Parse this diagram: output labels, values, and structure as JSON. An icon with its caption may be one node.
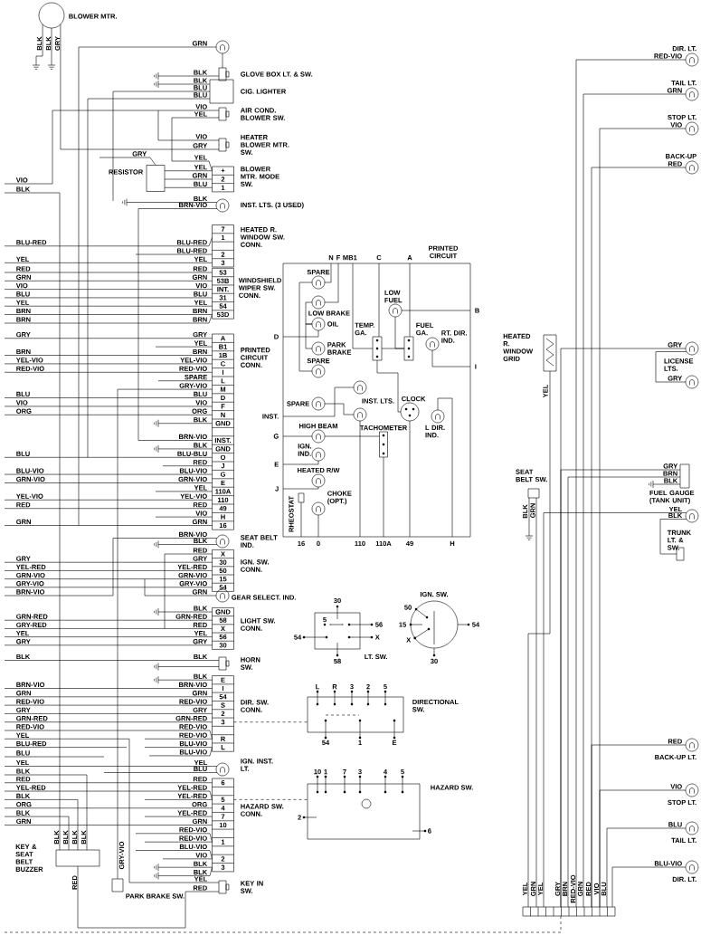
{
  "diagram": {
    "nodes": [
      {
        "text": [],
        "shape": "circle",
        "beside": [
          "BLOWER MTR."
        ]
      },
      {
        "text": [],
        "shape": "circle"
      },
      {
        "text": [],
        "shape": "box",
        "beside": [
          "GLOVE BOX LT. & SW."
        ]
      },
      {
        "text": [],
        "shape": "box",
        "beside": [
          "CIG. LIGHTER"
        ]
      },
      {
        "text": [],
        "shape": "box",
        "beside": [
          "AIR COND. BLOWER SW."
        ]
      },
      {
        "text": [],
        "shape": "box",
        "beside": [
          "HEATER BLOWER MTR. SW."
        ]
      },
      {
        "text": [],
        "shape": "box",
        "beside": [
          "RESISTOR"
        ]
      },
      {
        "text": [
          "+",
          "2",
          "1"
        ],
        "beside": [
          "BLOWER MTR. MODE SW."
        ]
      },
      {
        "text": [],
        "shape": "circle",
        "beside": [
          "INST. LTS. (3 USED)"
        ]
      },
      {
        "text": [
          "7",
          "1",
          "2",
          "3"
        ],
        "beside": [
          "HEATED R. WINDOW SW. CONN."
        ]
      },
      {
        "text": [
          "53",
          "53B",
          "INT.",
          "31",
          "54",
          "53D"
        ],
        "beside": [
          "WINDSHIELD WIPER SW. CONN."
        ]
      },
      {
        "text": [
          "A",
          "B1",
          "1B",
          "C",
          "I",
          "L",
          "M",
          "D",
          "F",
          "N",
          "GND",
          "INST.",
          "GND",
          "O",
          "J",
          "G",
          "E",
          "110A",
          "110",
          "49",
          "H",
          "16"
        ],
        "beside": [
          "PRINTED CIRCUIT CONN."
        ]
      },
      {
        "text": [],
        "shape": "circle",
        "beside": [
          "SEAT BELT IND."
        ]
      },
      {
        "text": [
          "X",
          "30",
          "50",
          "15",
          "54"
        ],
        "beside": [
          "IGN. SW. CONN."
        ]
      },
      {
        "text": [],
        "shape": "circle",
        "beside": [
          "GEAR SELECT. IND."
        ]
      },
      {
        "text": [
          "GND",
          "58",
          "X",
          "56",
          "30"
        ],
        "beside": [
          "LIGHT SW. CONN."
        ]
      },
      {
        "text": [],
        "shape": "box",
        "beside": [
          "HORN SW."
        ]
      },
      {
        "text": [
          "E",
          "I",
          "54",
          "S",
          "2",
          "3",
          "R",
          "L"
        ],
        "beside": [
          "DIR. SW. CONN."
        ]
      },
      {
        "text": [],
        "shape": "circle",
        "beside": [
          "IGN. INST. LT."
        ]
      },
      {
        "text": [
          "6",
          "5",
          "4",
          "7",
          "10",
          "1",
          "2",
          "3"
        ],
        "beside": [
          "HAZARD SW. CONN."
        ]
      },
      {
        "text": [],
        "shape": "box",
        "beside": [
          "KEY & SEAT BELT BUZZER"
        ]
      },
      {
        "text": [],
        "shape": "box",
        "beside": [
          "PARK BRAKE SW."
        ]
      },
      {
        "text": [],
        "shape": "box",
        "beside": [
          "KEY IN SW."
        ]
      },
      {
        "text": [
          "PRINTED CIRCUIT"
        ]
      },
      {
        "text": [],
        "shape": "circle",
        "in": 23,
        "beside": [
          "SPARE"
        ]
      },
      {
        "text": [],
        "shape": "circle",
        "in": 23,
        "beside": [
          "LOW BRAKE"
        ]
      },
      {
        "text": [],
        "shape": "circle",
        "in": 23,
        "beside": [
          "OIL"
        ]
      },
      {
        "text": [],
        "shape": "circle",
        "in": 23,
        "beside": [
          "PARK BRAKE"
        ]
      },
      {
        "text": [],
        "shape": "circle",
        "in": 23,
        "beside": [
          "SPARE"
        ]
      },
      {
        "text": [],
        "shape": "circle",
        "in": 23,
        "beside": [
          "SPARE"
        ]
      },
      {
        "text": [],
        "shape": "circle",
        "in": 23,
        "beside": [
          "INST. LTS."
        ]
      },
      {
        "text": [],
        "shape": "circle",
        "in": 23
      },
      {
        "text": [],
        "shape": "circle",
        "in": 23,
        "beside": [
          "HIGH BEAM"
        ]
      },
      {
        "text": [],
        "shape": "circle",
        "in": 23,
        "beside": [
          "IGN. IND."
        ]
      },
      {
        "text": [],
        "shape": "circle",
        "in": 23,
        "beside": [
          "HEATED R/W"
        ]
      },
      {
        "text": [],
        "shape": "circle",
        "in": 23,
        "beside": [
          "CHOKE (OPT.)"
        ]
      },
      {
        "text": [],
        "shape": "box",
        "in": 23,
        "beside": [
          "RHEOSTAT"
        ]
      },
      {
        "text": [],
        "shape": "circle",
        "in": 23,
        "beside": [
          "LOW FUEL"
        ]
      },
      {
        "text": [],
        "shape": "box",
        "in": 23,
        "beside": [
          "TEMP. GA."
        ]
      },
      {
        "text": [],
        "shape": "box",
        "in": 23,
        "beside": [
          "FUEL GA."
        ]
      },
      {
        "text": [],
        "shape": "circle",
        "in": 23,
        "beside": [
          "RT. DIR. IND."
        ]
      },
      {
        "text": [],
        "shape": "circle",
        "in": 23,
        "beside": [
          "CLOCK"
        ]
      },
      {
        "text": [],
        "shape": "box",
        "in": 23,
        "beside": [
          "TACHOMETER"
        ]
      },
      {
        "text": [],
        "shape": "circle",
        "in": 23,
        "beside": [
          "L DIR. IND."
        ]
      },
      {
        "text": [],
        "shape": "box",
        "beside": [
          "LT. SW."
        ]
      },
      {
        "text": [],
        "shape": "circle",
        "beside": [
          "IGN. SW."
        ]
      },
      {
        "text": [],
        "shape": "box",
        "beside": [
          "DIRECTIONAL SW."
        ]
      },
      {
        "text": [],
        "shape": "box",
        "beside": [
          "HAZARD SW."
        ]
      },
      {
        "text": [],
        "shape": "circle",
        "beside": [
          "DIR. LT."
        ]
      },
      {
        "text": [],
        "shape": "circle",
        "beside": [
          "TAIL LT."
        ]
      },
      {
        "text": [],
        "shape": "circle",
        "beside": [
          "STOP LT."
        ]
      },
      {
        "text": [],
        "shape": "circle",
        "beside": [
          "BACK-UP"
        ]
      },
      {
        "text": [],
        "shape": "box",
        "beside": [
          "HEATED R. WINDOW GRID"
        ]
      },
      {
        "text": [],
        "shape": "circle",
        "beside": [
          "LICENSE LTS."
        ]
      },
      {
        "text": [],
        "shape": "circle"
      },
      {
        "text": [],
        "shape": "box",
        "beside": [
          "SEAT BELT SW."
        ]
      },
      {
        "text": [],
        "shape": "box",
        "beside": [
          "FUEL GAUGE (TANK UNIT)"
        ]
      },
      {
        "text": [],
        "shape": "circle"
      },
      {
        "text": [],
        "shape": "box",
        "beside": [
          "TRUNK LT. & SW."
        ]
      },
      {
        "text": [],
        "shape": "circle",
        "beside": [
          "BACK-UP LT."
        ]
      },
      {
        "text": [],
        "shape": "circle",
        "beside": [
          "STOP LT."
        ]
      },
      {
        "text": [],
        "shape": "circle",
        "beside": [
          "TAIL LT."
        ]
      },
      {
        "text": [],
        "shape": "circle",
        "beside": [
          "DIR. LT."
        ]
      },
      {
        "text": [],
        "shape": "box"
      }
    ],
    "edges": [
      {
        "from": 0,
        "to": null,
        "arrow": "none"
      },
      {
        "from": 0,
        "to": null,
        "arrow": "none"
      },
      {
        "from": 0,
        "to": 5,
        "arrow": "none"
      },
      {
        "from": null,
        "to": 1,
        "arrow": "none"
      },
      {
        "from": 1,
        "to": 2,
        "arrow": "none"
      },
      {
        "from": null,
        "to": 2,
        "arrow": "none"
      },
      {
        "from": null,
        "to": 3,
        "arrow": "none"
      },
      {
        "from": null,
        "to": 3,
        "arrow": "none"
      },
      {
        "from": null,
        "to": 3,
        "arrow": "none"
      },
      {
        "from": null,
        "to": 4,
        "arrow": "none"
      },
      {
        "from": 4,
        "to": 7,
        "arrow": "none"
      },
      {
        "from": null,
        "to": 5,
        "arrow": "none"
      },
      {
        "from": 6,
        "to": 7,
        "arrow": "none"
      },
      {
        "from": 6,
        "to": 7,
        "arrow": "none"
      },
      {
        "from": 6,
        "to": 7,
        "arrow": "none"
      },
      {
        "from": null,
        "to": 6,
        "arrow": "none"
      },
      {
        "from": null,
        "to": 8,
        "arrow": "none"
      },
      {
        "from": null,
        "to": 8,
        "arrow": "none"
      },
      {
        "from": null,
        "to": 9,
        "arrow": "none"
      },
      {
        "from": null,
        "to": 9,
        "arrow": "none"
      },
      {
        "from": null,
        "to": 9,
        "arrow": "none"
      },
      {
        "from": null,
        "to": 10,
        "arrow": "none"
      },
      {
        "from": null,
        "to": 10,
        "arrow": "none"
      },
      {
        "from": null,
        "to": 10,
        "arrow": "none"
      },
      {
        "from": null,
        "to": 10,
        "arrow": "none"
      },
      {
        "from": null,
        "to": 10,
        "arrow": "none"
      },
      {
        "from": null,
        "to": 10,
        "arrow": "none"
      },
      {
        "from": null,
        "to": 10,
        "arrow": "none"
      },
      {
        "from": null,
        "to": 11,
        "arrow": "none"
      },
      {
        "from": null,
        "to": 11,
        "arrow": "none"
      },
      {
        "from": null,
        "to": 11,
        "arrow": "none"
      },
      {
        "from": null,
        "to": 11,
        "arrow": "none"
      },
      {
        "from": null,
        "to": 11,
        "arrow": "none"
      },
      {
        "from": null,
        "to": 11,
        "arrow": "none"
      },
      {
        "from": null,
        "to": 11,
        "arrow": "none"
      },
      {
        "from": null,
        "to": 11,
        "arrow": "none"
      },
      {
        "from": null,
        "to": 11,
        "arrow": "none"
      },
      {
        "from": null,
        "to": 11,
        "arrow": "none"
      },
      {
        "from": null,
        "to": 11,
        "arrow": "none"
      },
      {
        "from": null,
        "to": 11,
        "arrow": "none"
      },
      {
        "from": null,
        "to": 11,
        "arrow": "none"
      },
      {
        "from": null,
        "to": 11,
        "arrow": "none"
      },
      {
        "from": null,
        "to": 11,
        "arrow": "none"
      },
      {
        "from": null,
        "to": 11,
        "arrow": "none"
      },
      {
        "from": null,
        "to": 11,
        "arrow": "none"
      },
      {
        "from": null,
        "to": 11,
        "arrow": "none"
      },
      {
        "from": null,
        "to": 11,
        "arrow": "none"
      },
      {
        "from": null,
        "to": 11,
        "arrow": "none"
      },
      {
        "from": null,
        "to": 11,
        "arrow": "none"
      },
      {
        "from": null,
        "to": 11,
        "arrow": "none"
      },
      {
        "from": null,
        "to": 12,
        "arrow": "none"
      },
      {
        "from": null,
        "to": 12,
        "arrow": "none"
      },
      {
        "from": null,
        "to": 13,
        "arrow": "none"
      },
      {
        "from": null,
        "to": 13,
        "arrow": "none"
      },
      {
        "from": null,
        "to": 13,
        "arrow": "none"
      },
      {
        "from": null,
        "to": 13,
        "arrow": "none"
      },
      {
        "from": null,
        "to": 13,
        "arrow": "none"
      },
      {
        "from": null,
        "to": 14,
        "arrow": "none"
      },
      {
        "from": null,
        "to": 15,
        "arrow": "none"
      },
      {
        "from": null,
        "to": 15,
        "arrow": "none"
      },
      {
        "from": null,
        "to": 15,
        "arrow": "none"
      },
      {
        "from": null,
        "to": 15,
        "arrow": "none"
      },
      {
        "from": null,
        "to": 15,
        "arrow": "none"
      },
      {
        "from": null,
        "to": 16,
        "arrow": "none"
      },
      {
        "from": null,
        "to": 16,
        "arrow": "none"
      },
      {
        "from": null,
        "to": 17,
        "arrow": "none"
      },
      {
        "from": null,
        "to": 17,
        "arrow": "none"
      },
      {
        "from": null,
        "to": 17,
        "arrow": "none"
      },
      {
        "from": null,
        "to": 17,
        "arrow": "none"
      },
      {
        "from": null,
        "to": 17,
        "arrow": "none"
      },
      {
        "from": null,
        "to": 17,
        "arrow": "none"
      },
      {
        "from": null,
        "to": 17,
        "arrow": "none"
      },
      {
        "from": null,
        "to": 17,
        "arrow": "none"
      },
      {
        "from": null,
        "to": 17,
        "arrow": "none"
      },
      {
        "from": null,
        "to": 17,
        "arrow": "none"
      },
      {
        "from": null,
        "to": 22,
        "arrow": "none"
      },
      {
        "from": null,
        "to": 18,
        "arrow": "none"
      },
      {
        "from": null,
        "to": 18,
        "arrow": "none"
      },
      {
        "from": null,
        "to": 19,
        "arrow": "none"
      },
      {
        "from": null,
        "to": 19,
        "arrow": "none"
      },
      {
        "from": null,
        "to": 19,
        "arrow": "none"
      },
      {
        "from": null,
        "to": 19,
        "arrow": "none"
      },
      {
        "from": null,
        "to": 19,
        "arrow": "none"
      },
      {
        "from": null,
        "to": 19,
        "arrow": "none"
      },
      {
        "from": null,
        "to": 19,
        "arrow": "none"
      },
      {
        "from": null,
        "to": 19,
        "arrow": "none"
      },
      {
        "from": null,
        "to": 19,
        "arrow": "none"
      },
      {
        "from": null,
        "to": 19,
        "arrow": "none"
      },
      {
        "from": null,
        "to": 19,
        "arrow": "none"
      },
      {
        "from": null,
        "to": 19,
        "arrow": "none"
      },
      {
        "from": null,
        "to": 20,
        "arrow": "none"
      },
      {
        "from": null,
        "to": 20,
        "arrow": "none"
      },
      {
        "from": null,
        "to": 20,
        "arrow": "none"
      },
      {
        "from": null,
        "to": 20,
        "arrow": "none"
      },
      {
        "from": 20,
        "to": 22,
        "arrow": "none"
      },
      {
        "from": null,
        "to": 21,
        "arrow": "none"
      },
      {
        "from": 17,
        "to": 46,
        "arrow": "none",
        "style": "dashed"
      },
      {
        "from": 19,
        "to": 47,
        "arrow": "none",
        "style": "dashed"
      },
      {
        "from": null,
        "to": 63,
        "arrow": "none",
        "style": "dashed"
      },
      {
        "from": 23,
        "to": 24,
        "arrow": "none"
      },
      {
        "from": 23,
        "to": 25,
        "arrow": "none"
      },
      {
        "from": 25,
        "to": 26,
        "arrow": "none"
      },
      {
        "from": 26,
        "to": 27,
        "arrow": "none"
      },
      {
        "from": 23,
        "to": 26,
        "arrow": "none"
      },
      {
        "from": 23,
        "to": 38,
        "arrow": "none"
      },
      {
        "from": 37,
        "to": 39,
        "arrow": "none"
      },
      {
        "from": 23,
        "to": 39,
        "arrow": "none"
      },
      {
        "from": 23,
        "to": 38,
        "arrow": "none"
      },
      {
        "from": 38,
        "to": 39,
        "arrow": "none"
      },
      {
        "from": 40,
        "to": 23,
        "arrow": "none"
      },
      {
        "from": 37,
        "to": 23,
        "arrow": "none"
      },
      {
        "from": 38,
        "to": 41,
        "arrow": "none"
      },
      {
        "from": 24,
        "to": 28,
        "arrow": "none"
      },
      {
        "from": 29,
        "to": 31,
        "arrow": "none"
      },
      {
        "from": 23,
        "to": 30,
        "arrow": "none"
      },
      {
        "from": 23,
        "to": 32,
        "arrow": "none"
      },
      {
        "from": 32,
        "to": 42,
        "arrow": "none"
      },
      {
        "from": 23,
        "to": 33,
        "arrow": "none"
      },
      {
        "from": 23,
        "to": 34,
        "arrow": "none"
      },
      {
        "from": 35,
        "to": 23,
        "arrow": "none"
      },
      {
        "from": 36,
        "to": 23,
        "arrow": "none"
      },
      {
        "from": 41,
        "to": 23,
        "arrow": "none"
      },
      {
        "from": 42,
        "to": 23,
        "arrow": "none"
      },
      {
        "from": 43,
        "to": 23,
        "arrow": "none"
      },
      {
        "from": 31,
        "to": 23,
        "arrow": "none"
      },
      {
        "from": 63,
        "to": 48,
        "arrow": "none"
      },
      {
        "from": 63,
        "to": 49,
        "arrow": "none"
      },
      {
        "from": 63,
        "to": 50,
        "arrow": "none"
      },
      {
        "from": 63,
        "to": 51,
        "arrow": "none"
      },
      {
        "from": 63,
        "to": 52,
        "arrow": "none"
      },
      {
        "from": 63,
        "to": 53,
        "arrow": "none"
      },
      {
        "from": 53,
        "to": 54,
        "arrow": "none"
      },
      {
        "from": 63,
        "to": 55,
        "arrow": "none"
      },
      {
        "from": 55,
        "to": null,
        "arrow": "none"
      },
      {
        "from": 63,
        "to": 56,
        "arrow": "none"
      },
      {
        "from": 63,
        "to": 56,
        "arrow": "none"
      },
      {
        "from": 56,
        "to": null,
        "arrow": "none"
      },
      {
        "from": 63,
        "to": 57,
        "arrow": "none"
      },
      {
        "from": 57,
        "to": 58,
        "arrow": "none"
      },
      {
        "from": 63,
        "to": 59,
        "arrow": "none"
      },
      {
        "from": 63,
        "to": 60,
        "arrow": "none"
      },
      {
        "from": 63,
        "to": 61,
        "arrow": "none"
      },
      {
        "from": 63,
        "to": 62,
        "arrow": "none"
      }
    ],
    "labels": [
      "BLK",
      "BLK",
      "GRY",
      "GRN",
      "BLK",
      "BLK",
      "BLU",
      "BLU",
      "VIO",
      "YEL",
      "VIO",
      "GRY",
      "GRY",
      "YEL",
      "YEL",
      "GRN",
      "BLU",
      "VIO",
      "BLK",
      "BLK",
      "BRN-VIO",
      "BLU-RED",
      "BLU-RED",
      "BLU-RED",
      "YEL",
      "YEL",
      "RED",
      "RED",
      "GRN",
      "GRN",
      "VIO",
      "VIO",
      "BLU",
      "BLU",
      "YEL",
      "YEL",
      "BRN",
      "BRN",
      "BRN",
      "BRN",
      "GRY",
      "GRY",
      "YEL",
      "BRN",
      "BRN",
      "YEL-VIO",
      "YEL-VIO",
      "RED-VIO",
      "RED-VIO",
      "SPARE",
      "GRY-VIO",
      "BLU",
      "BLU",
      "VIO",
      "VIO",
      "ORG",
      "ORG",
      "BLK",
      "BRN-VIO",
      "BLK",
      "BLU",
      "BLU-BLU",
      "RED",
      "BLU-VIO",
      "BLU-VIO",
      "GRN-VIO",
      "GRN-VIO",
      "YEL",
      "YEL-VIO",
      "YEL-VIO",
      "RED",
      "RED",
      "VIO",
      "GRN",
      "GRN",
      "BRN-VIO",
      "BLK",
      "RED",
      "GRY",
      "GRY",
      "YEL-RED",
      "YEL-RED",
      "GRN-VIO",
      "GRN-VIO",
      "GRY-VIO",
      "GRY-VIO",
      "BRN-VIO",
      "GRN",
      "BLK",
      "GRN-RED",
      "GRN-RED",
      "GRY-RED",
      "RED",
      "YEL",
      "YEL",
      "GRY",
      "GRY",
      "BLK",
      "BLK",
      "BLK",
      "BRN-VIO",
      "BRN-VIO",
      "GRN",
      "GRN",
      "RED-VIO",
      "RED-VIO",
      "GRY",
      "GRY",
      "GRN-RED",
      "GRN-RED",
      "RED-VIO",
      "RED-VIO",
      "YEL",
      "RED-VIO",
      "BLU-RED",
      "BLU-VIO",
      "BLU",
      "BLU-VIO",
      "YEL",
      "YEL",
      "BLU",
      "BLK",
      "RED",
      "RED",
      "YEL-RED",
      "YEL-RED",
      "BLK",
      "YEL-RED",
      "ORG",
      "ORG",
      "BLK",
      "YEL-RED",
      "GRN",
      "GRN",
      "RED-VIO",
      "RED-VIO",
      "BLU-VIO",
      "VIO",
      "BLK",
      "BLK",
      "BLK",
      "BLK",
      "BLK",
      "BLK",
      "RED",
      "GRY-VIO",
      "YEL",
      "RED",
      "N",
      "F",
      "M",
      "B1",
      "C",
      "A",
      "D",
      "B",
      "I",
      "INST.",
      "G",
      "E",
      "J",
      "16",
      "0",
      "110",
      "110A",
      "49",
      "H",
      "30",
      "5",
      "56",
      "54",
      "X",
      "58",
      "50",
      "15",
      "X",
      "54",
      "30",
      "L",
      "R",
      "3",
      "2",
      "5",
      "54",
      "1",
      "E",
      "10",
      "1",
      "7",
      "3",
      "4",
      "5",
      "2",
      "6",
      "RED-VIO",
      "GRN",
      "VIO",
      "RED",
      "YEL",
      "GRY",
      "GRY",
      "BLK",
      "GRN",
      "GRY",
      "BRN",
      "BLK",
      "YEL",
      "BLK",
      "RED",
      "VIO",
      "BLU",
      "BLU-VIO",
      "YEL",
      "GRN",
      "YEL",
      "GRY",
      "BRN",
      "RED-VIO",
      "GRN",
      "RED",
      "VIO",
      "BLU"
    ]
  }
}
